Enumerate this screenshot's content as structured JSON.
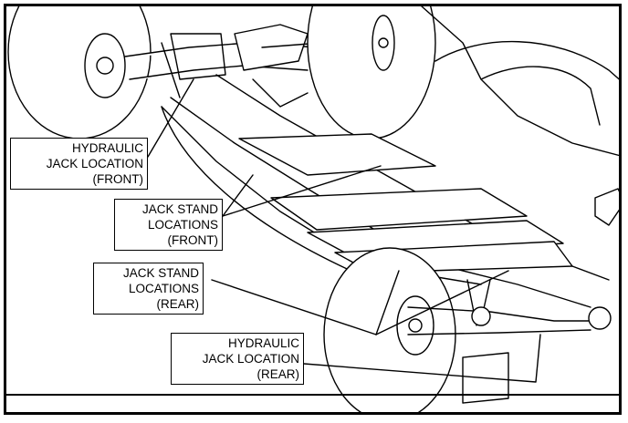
{
  "callouts": {
    "hydraulic_front": [
      "HYDRAULIC",
      "JACK LOCATION",
      "(FRONT)"
    ],
    "jack_stand_front": [
      "JACK STAND",
      "LOCATIONS",
      "(FRONT)"
    ],
    "jack_stand_rear": [
      "JACK STAND",
      "LOCATIONS",
      "(REAR)"
    ],
    "hydraulic_rear": [
      "HYDRAULIC",
      "JACK LOCATION",
      "(REAR)"
    ]
  }
}
